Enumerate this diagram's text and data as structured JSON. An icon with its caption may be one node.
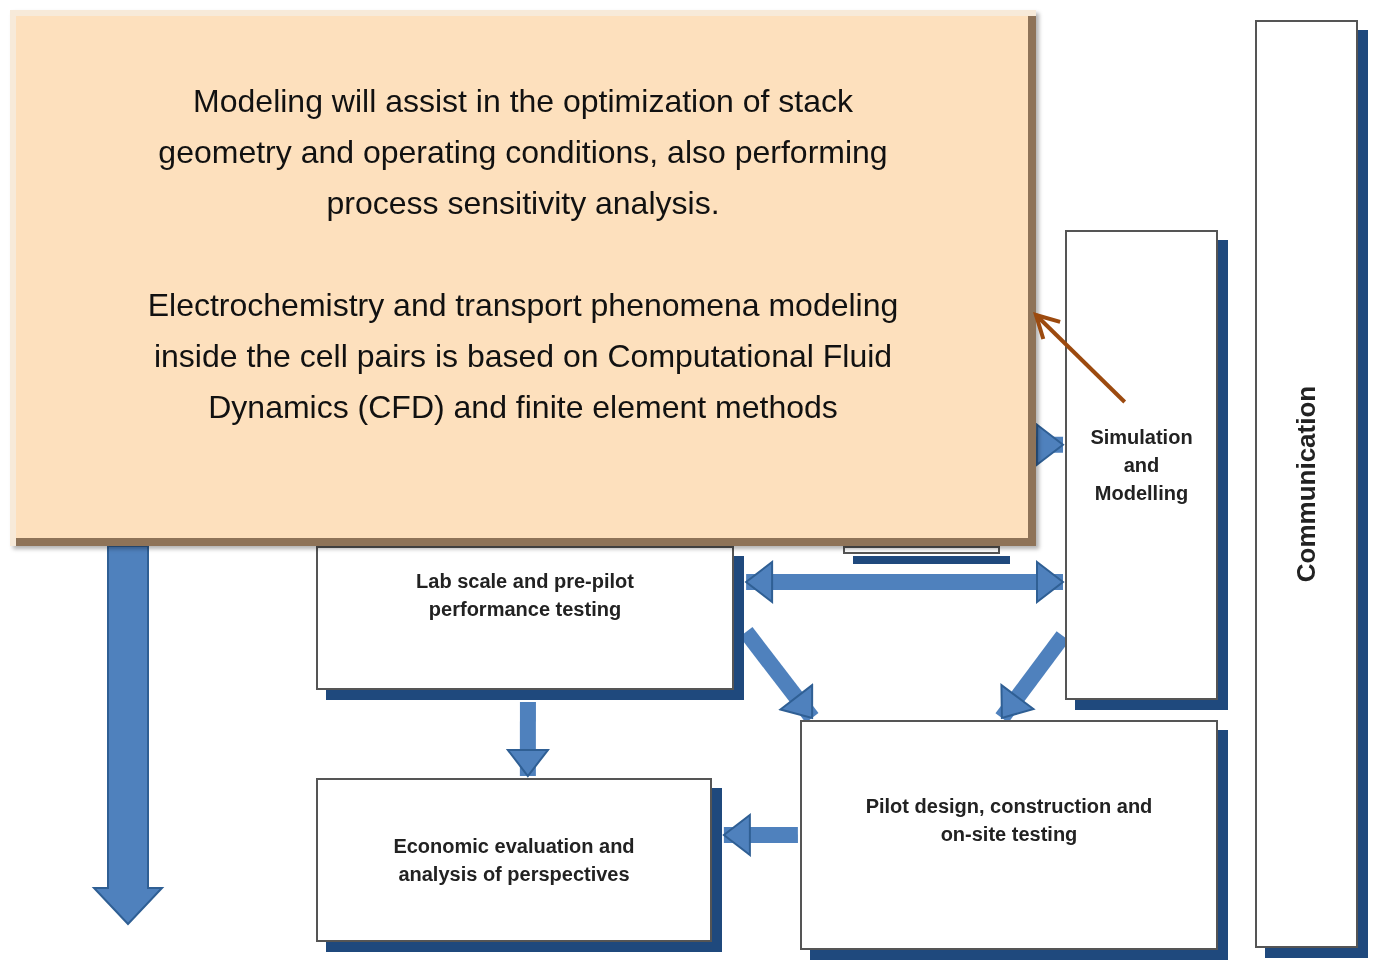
{
  "diagram": {
    "nodes": [
      {
        "text": [
          "Modeling will assist in the optimization of stack geometry and operating conditions, also performing process sensitivity analysis.",
          "Electrochemistry and transport phenomena modeling inside the cell pairs is based on Computational Fluid Dynamics (CFD) and finite element methods"
        ]
      },
      {
        "text": [
          "Lab scale and pre-pilot performance testing"
        ]
      },
      {
        "text": [
          "Simulation and Modelling"
        ]
      },
      {
        "text": [
          "Communication"
        ]
      },
      {
        "text": [
          "Economic evaluation and analysis of perspectives"
        ]
      },
      {
        "text": [
          "Pilot design, construction and on-site testing"
        ]
      },
      {
        "text": [],
        "shape": "box"
      }
    ],
    "edges": [
      {
        "from": 2,
        "to": 0,
        "arrow": "to",
        "color": "#9c4a0f"
      },
      {
        "from": 1,
        "to": 2,
        "arrow": "both"
      },
      {
        "from": 1,
        "to": 5,
        "arrow": "to"
      },
      {
        "from": 2,
        "to": 5,
        "arrow": "to"
      },
      {
        "from": 1,
        "to": 4,
        "arrow": "to"
      },
      {
        "from": 5,
        "to": 4,
        "arrow": "to"
      },
      {
        "from": 0,
        "to": 2,
        "arrow": "to"
      }
    ]
  }
}
